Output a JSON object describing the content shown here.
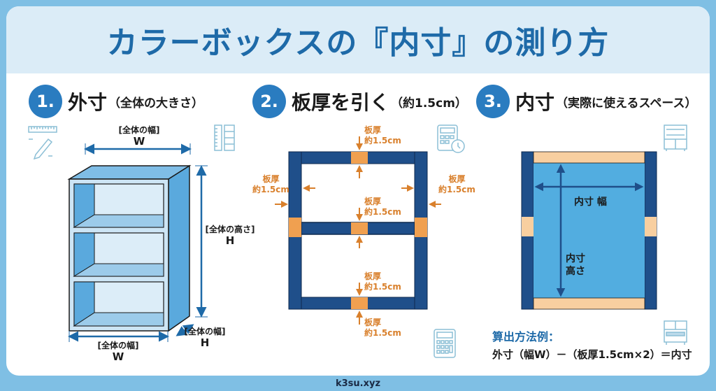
{
  "header": {
    "title": "カラーボックスの『内寸』の測り方"
  },
  "steps": [
    {
      "number": "1.",
      "title": "外寸",
      "subtitle": "（全体の大きさ）"
    },
    {
      "number": "2.",
      "title": "板厚を引く",
      "subtitle": "（約1.5cm）"
    },
    {
      "number": "3.",
      "title": "内寸",
      "subtitle": "（実際に使えるスペース）"
    }
  ],
  "step1": {
    "top_width_label": "[全体の幅]",
    "top_width_symbol": "W",
    "height_label": "[全体の高さ]",
    "height_symbol": "H",
    "bottom_width_label": "[全体の幅]",
    "bottom_width_symbol": "W",
    "depth_label": "[全体の幅]",
    "depth_symbol": "H"
  },
  "step2": {
    "thickness_line1": "板厚",
    "thickness_line2": "約1.5cm"
  },
  "step3": {
    "inner_width": "内寸 幅",
    "inner_height_line1": "内寸",
    "inner_height_line2": "高さ",
    "formula_title": "算出方法例：",
    "formula": "外寸（幅W）－（板厚1.5cm×2）＝内寸"
  },
  "colors": {
    "frame_bg": "#7fbfe4",
    "header_bg": "#dbecf7",
    "title_blue": "#1e6aa8",
    "board_navy": "#1f4f8a",
    "accent_orange": "#f0a050",
    "label_orange": "#d9802c",
    "inner_fill": "#52ade0",
    "inner_board_peach": "#f8cfa0"
  },
  "footer": {
    "site": "k3su.xyz"
  }
}
